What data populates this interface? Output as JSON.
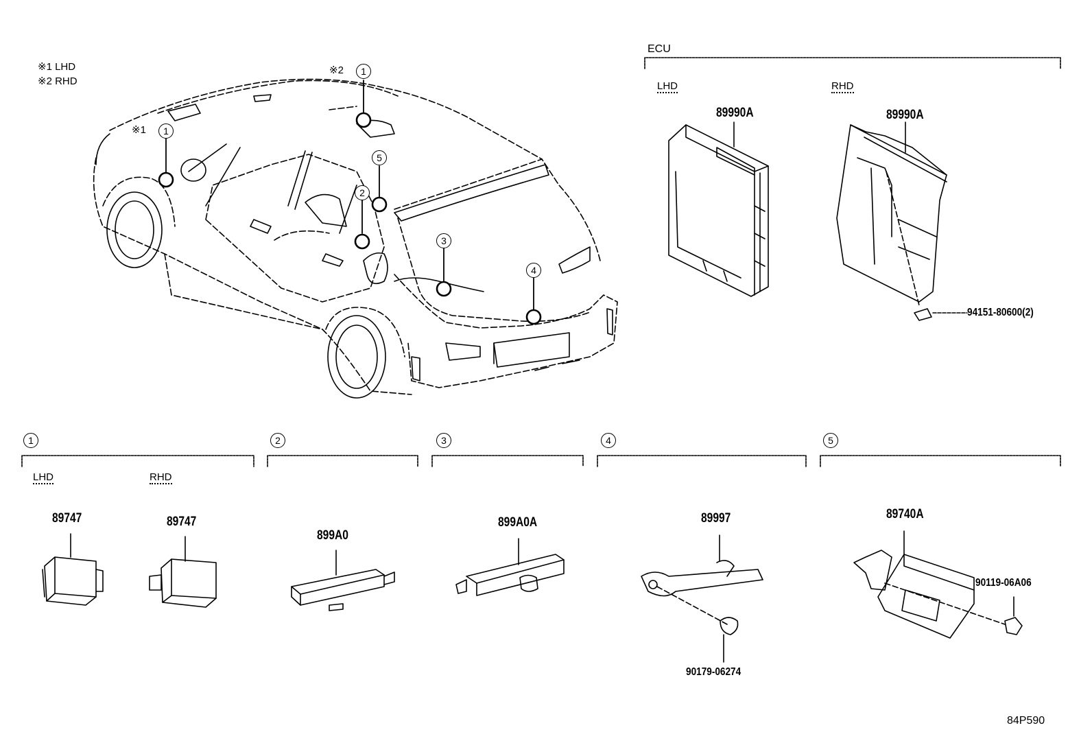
{
  "legend": {
    "note1": "※1 LHD",
    "note2": "※2 RHD"
  },
  "callouts": {
    "c1_lhd_mark": "※1",
    "c1_rhd_mark": "※2",
    "n1": "1",
    "n2": "2",
    "n3": "3",
    "n4": "4",
    "n5": "5"
  },
  "ecu_group": {
    "title": "ECU",
    "lhd_label": "LHD",
    "rhd_label": "RHD",
    "lhd_part": "89990A",
    "rhd_part": "89990A",
    "screw_part": "94151-80600(2)"
  },
  "groups": [
    {
      "number": "1",
      "lhd_label": "LHD",
      "rhd_label": "RHD",
      "lhd_part": "89747",
      "rhd_part": "89747"
    },
    {
      "number": "2",
      "part": "899A0"
    },
    {
      "number": "3",
      "part": "899A0A"
    },
    {
      "number": "4",
      "part": "89997",
      "clip_part": "90179-06274"
    },
    {
      "number": "5",
      "part": "89740A",
      "bolt_part": "90119-06A06"
    }
  ],
  "diagram_code": "84P590"
}
